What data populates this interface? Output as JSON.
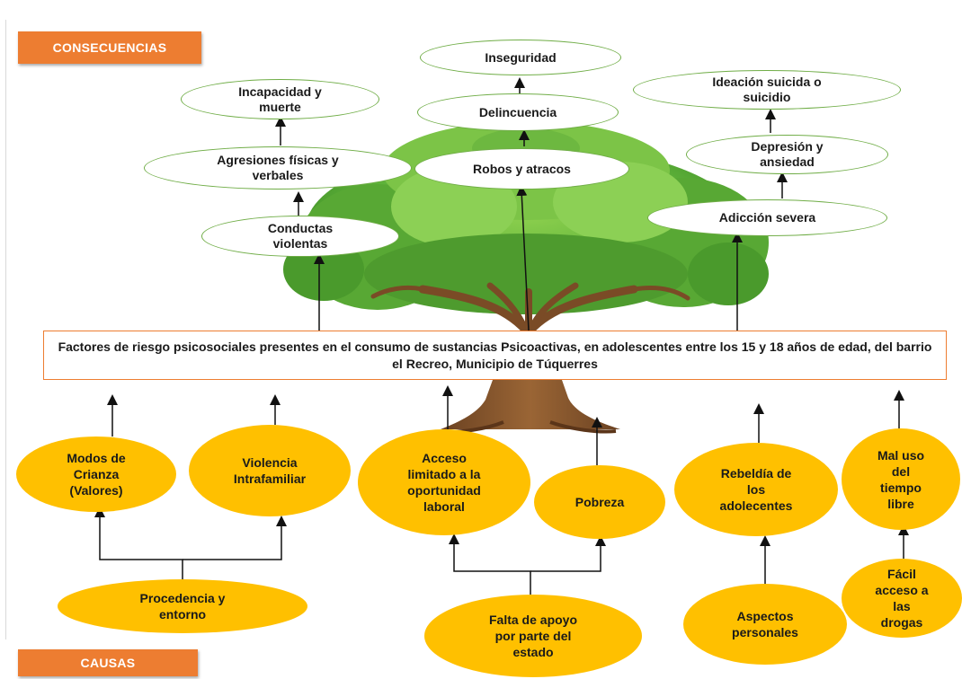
{
  "banners": {
    "consequences": "CONSECUENCIAS",
    "causes": "CAUSAS"
  },
  "central_problem": "Factores de riesgo psicosociales presentes en el consumo de sustancias Psicoactivas, en adolescentes entre los 15 y 18 años de edad, del barrio el Recreo, Municipio de Túquerres",
  "consequences": {
    "conductas_violentas": "Conductas\nviolentas",
    "agresiones": "Agresiones físicas y\nverbales",
    "incapacidad": "Incapacidad y\nmuerte",
    "robos": "Robos y atracos",
    "delincuencia": "Delincuencia",
    "inseguridad": "Inseguridad",
    "adiccion": "Adicción severa",
    "depresion": "Depresión y\nansiedad",
    "ideacion": "Ideación suicida o\nsuicidio"
  },
  "causes": {
    "crianza": "Modos de\nCrianza\n(Valores)",
    "violencia": "Violencia\nIntrafamiliar",
    "procedencia": "Procedencia y\nentorno",
    "acceso_laboral": "Acceso\nlimitado a la\noportunidad\nlaboral",
    "pobreza": "Pobreza",
    "falta_apoyo": "Falta de apoyo\npor parte del\nestado",
    "rebeldia": "Rebeldía de\nlos\nadolecentes",
    "aspectos": "Aspectos\npersonales",
    "mal_uso": "Mal uso\ndel\ntiempo\nlibre",
    "facil_acceso": "Fácil\nacceso a\nlas\ndrogas"
  },
  "colors": {
    "banner": "#ed7d31",
    "cause_fill": "#ffc000",
    "consequence_border": "#70ad47",
    "foliage": "#5fb33a",
    "trunk": "#8b5a2b"
  }
}
